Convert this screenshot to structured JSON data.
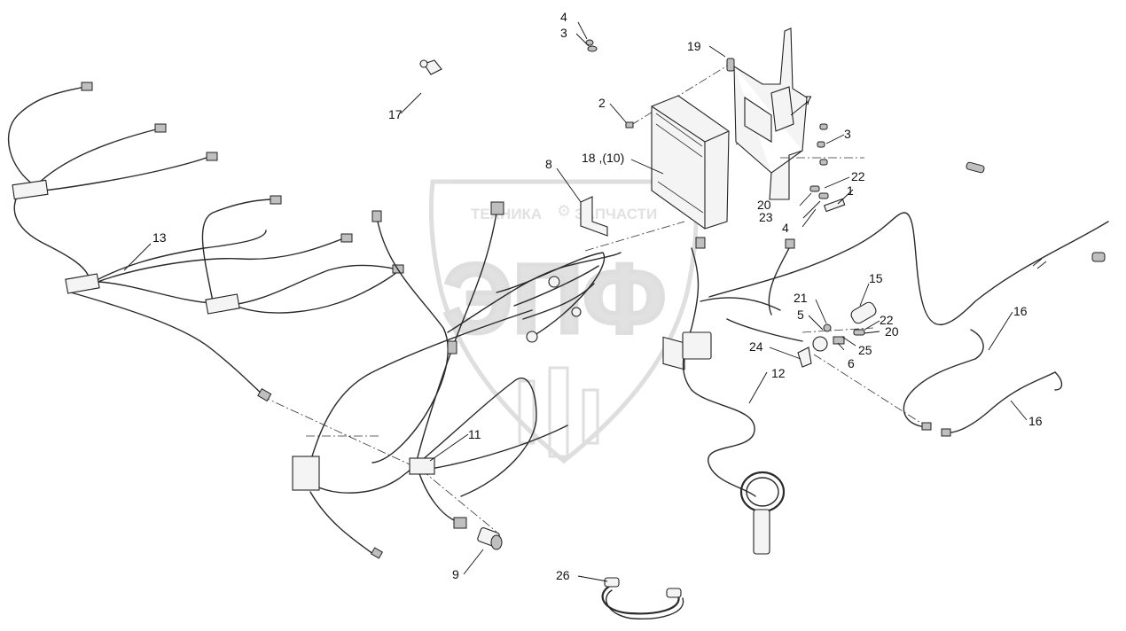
{
  "watermark": {
    "left_text": "ТЕХНИКА",
    "right_text": "ЗАПЧАСТИ",
    "logo_text": "ЭПФ"
  },
  "callouts": {
    "c1": "1",
    "c2": "2",
    "c3a": "3",
    "c3b": "3",
    "c4a": "4",
    "c4b": "4",
    "c5": "5",
    "c6": "6",
    "c7": "7",
    "c8": "8",
    "c9": "9",
    "c11": "11",
    "c12": "12",
    "c13": "13",
    "c15": "15",
    "c16a": "16",
    "c16b": "16",
    "c17": "17",
    "c18": "18 ,(10)",
    "c19": "19",
    "c20a": "20",
    "c20b": "20",
    "c21": "21",
    "c22a": "22",
    "c22b": "22",
    "c23": "23",
    "c24": "24",
    "c25": "25",
    "c26": "26"
  },
  "colors": {
    "line": "#2a2a2a",
    "watermark": "#c9c9c9",
    "background": "#ffffff"
  }
}
